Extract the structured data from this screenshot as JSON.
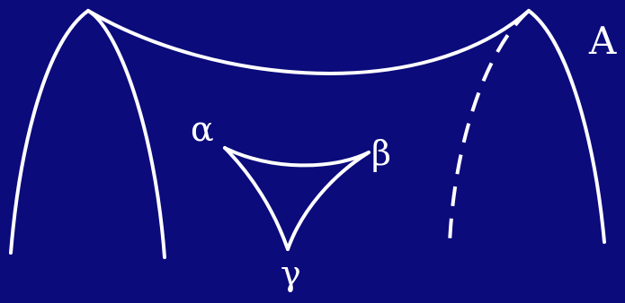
{
  "diagram": {
    "colors": {
      "background": "#0b0b7c",
      "stroke": "#ffffff"
    },
    "labels": {
      "a": "A",
      "alpha": "α",
      "beta": "β",
      "gamma": "γ"
    }
  }
}
